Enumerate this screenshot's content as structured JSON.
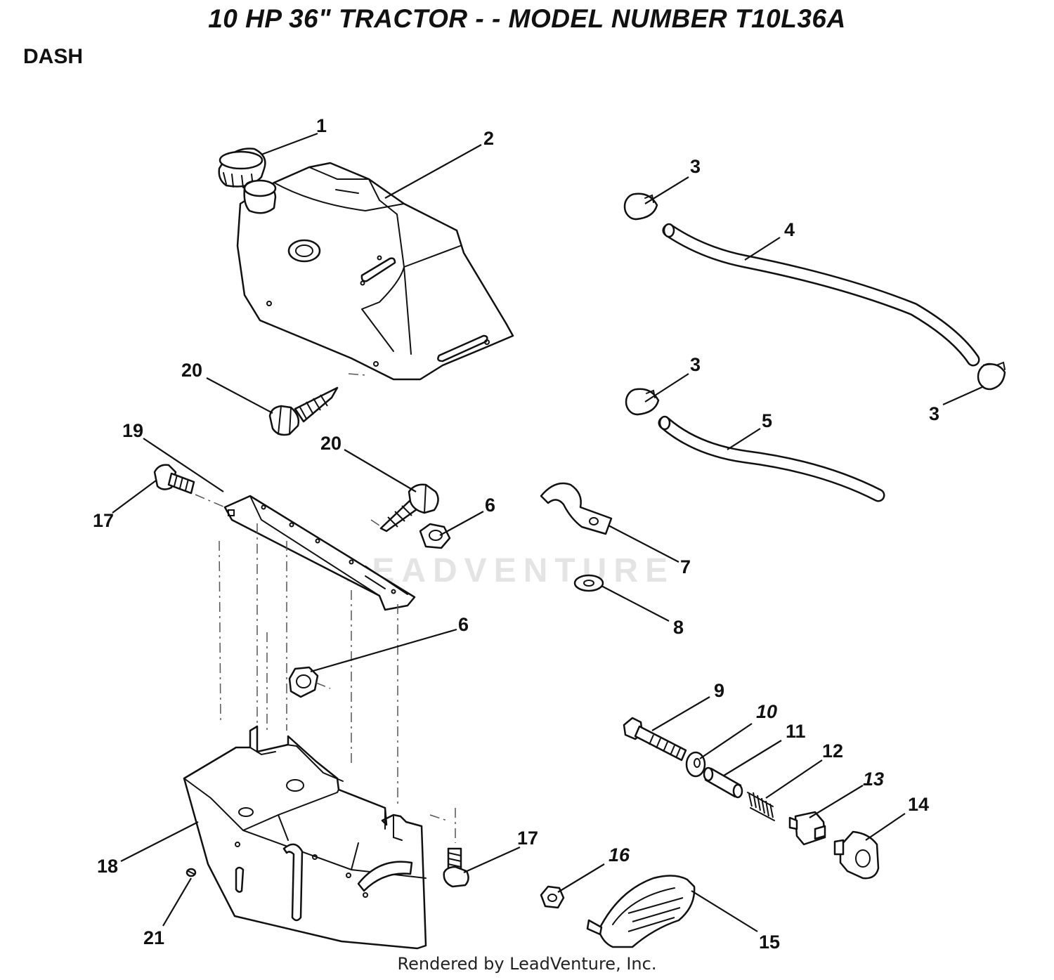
{
  "header": {
    "title": "10 HP  36\"  TRACTOR  - - MODEL NUMBER T10L36A",
    "section": "DASH"
  },
  "footer": {
    "credit": "Rendered by LeadVenture, Inc."
  },
  "watermark": {
    "text": "LEADVENTURE"
  },
  "callouts": {
    "c1": "1",
    "c2": "2",
    "c3a": "3",
    "c3b": "3",
    "c3c": "3",
    "c4": "4",
    "c5": "5",
    "c6a": "6",
    "c6b": "6",
    "c7": "7",
    "c8": "8",
    "c9": "9",
    "c10": "10",
    "c11": "11",
    "c12": "12",
    "c13": "13",
    "c14": "14",
    "c15": "15",
    "c16": "16",
    "c17a": "17",
    "c17b": "17",
    "c18": "18",
    "c19": "19",
    "c20a": "20",
    "c20b": "20",
    "c21": "21"
  }
}
